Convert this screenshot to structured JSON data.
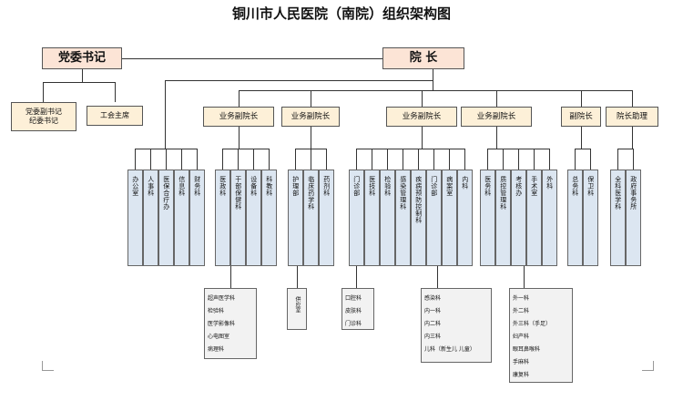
{
  "title": "铜川市人民医院（南院）组织架构图",
  "top": {
    "party_secretary": "党委书记",
    "president": "院  长"
  },
  "party": {
    "deputy": "党委副书记\n纪委书记",
    "union": "工会主席"
  },
  "vps": [
    "业务副院长",
    "业务副院长",
    "业务副院长",
    "业务副院长",
    "副院长",
    "院长助理"
  ],
  "groups": [
    [
      "办公室",
      "人事科",
      "医保合疗办",
      "信息科",
      "财务科"
    ],
    [
      "医政科",
      "干部保健科",
      "设备科",
      "科教科"
    ],
    [
      "护理部",
      "临床药学科",
      "药剂科"
    ],
    [
      "门诊部",
      "医技科",
      "检验科",
      "感染管理科",
      "疾病预防控制科",
      "门诊部",
      "病案室",
      "内科"
    ],
    [
      "医务科",
      "质控管理科",
      "考核办",
      "手术室",
      "外科"
    ],
    [
      "总务科",
      "保卫科"
    ],
    [
      "全科医学科",
      "政府事务所"
    ]
  ],
  "sub_lists": [
    [
      "超声医学科",
      "检验科",
      "医学影像科",
      "心电图室",
      "病理科"
    ],
    [
      "供应室"
    ],
    [
      "口腔科",
      "皮肤科",
      "门诊科"
    ],
    [
      "感染科",
      "内一科",
      "内二科",
      "内三科",
      "儿科（新生儿 儿童）"
    ],
    [
      "外一科",
      "外二科",
      "外三科（手足）",
      "妇产科",
      "眼耳鼻喉科",
      "手麻科",
      "康复科"
    ]
  ]
}
